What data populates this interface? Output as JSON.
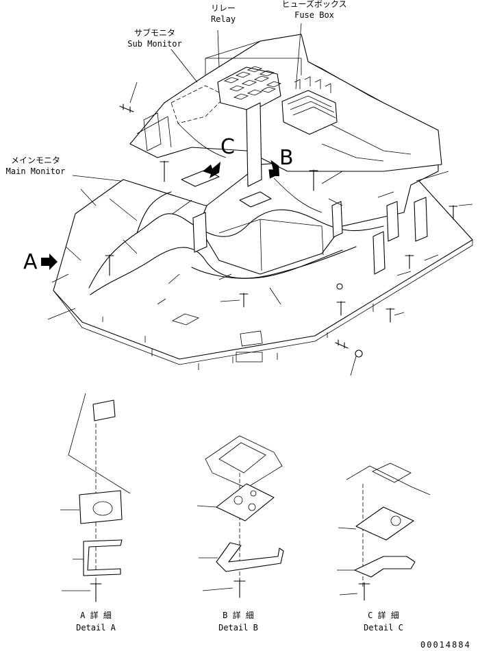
{
  "labels": {
    "relay_jp": "リレー",
    "relay_en": "Relay",
    "fusebox_jp": "ヒューズボックス",
    "fusebox_en": "Fuse Box",
    "submonitor_jp": "サブモニタ",
    "submonitor_en": "Sub Monitor",
    "mainmonitor_jp": "メインモニタ",
    "mainmonitor_en": "Main Monitor"
  },
  "view_arrows": {
    "a": "A",
    "b": "B",
    "c": "C"
  },
  "details": [
    {
      "jp": "A 詳 細",
      "en": "Detail A"
    },
    {
      "jp": "B 詳 細",
      "en": "Detail B"
    },
    {
      "jp": "C 詳 細",
      "en": "Detail C"
    }
  ],
  "doc_number": "00014884"
}
